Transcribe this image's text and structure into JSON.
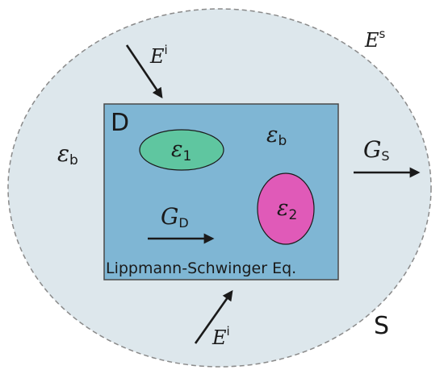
{
  "colors": {
    "background_region": "#dde7ec",
    "domain_fill": "#7fb6d4",
    "domain_stroke": "#4a4a4a",
    "scatterer_1": "#5fc6a0",
    "scatterer_2": "#e05ab8",
    "dashed_outline": "#8a8a8a",
    "text_arrows": "#1a1a1a"
  },
  "labels": {
    "domain": "D",
    "surface": "S",
    "background_outer": {
      "base": "ε",
      "sub": "b"
    },
    "background_inner": {
      "base": "ε",
      "sub": "b"
    },
    "scatterer_1": {
      "base": "ε",
      "sub": "1"
    },
    "scatterer_2": {
      "base": "ε",
      "sub": "2"
    },
    "incident_top": {
      "base": "E",
      "sup": "i"
    },
    "incident_bottom": {
      "base": "E",
      "sup": "i"
    },
    "scattered": {
      "base": "E",
      "sup": "s"
    },
    "green_domain": {
      "base": "G",
      "sub": "D"
    },
    "green_surface": {
      "base": "G",
      "sub": "S"
    },
    "equation": "Lippmann-Schwinger Eq."
  }
}
